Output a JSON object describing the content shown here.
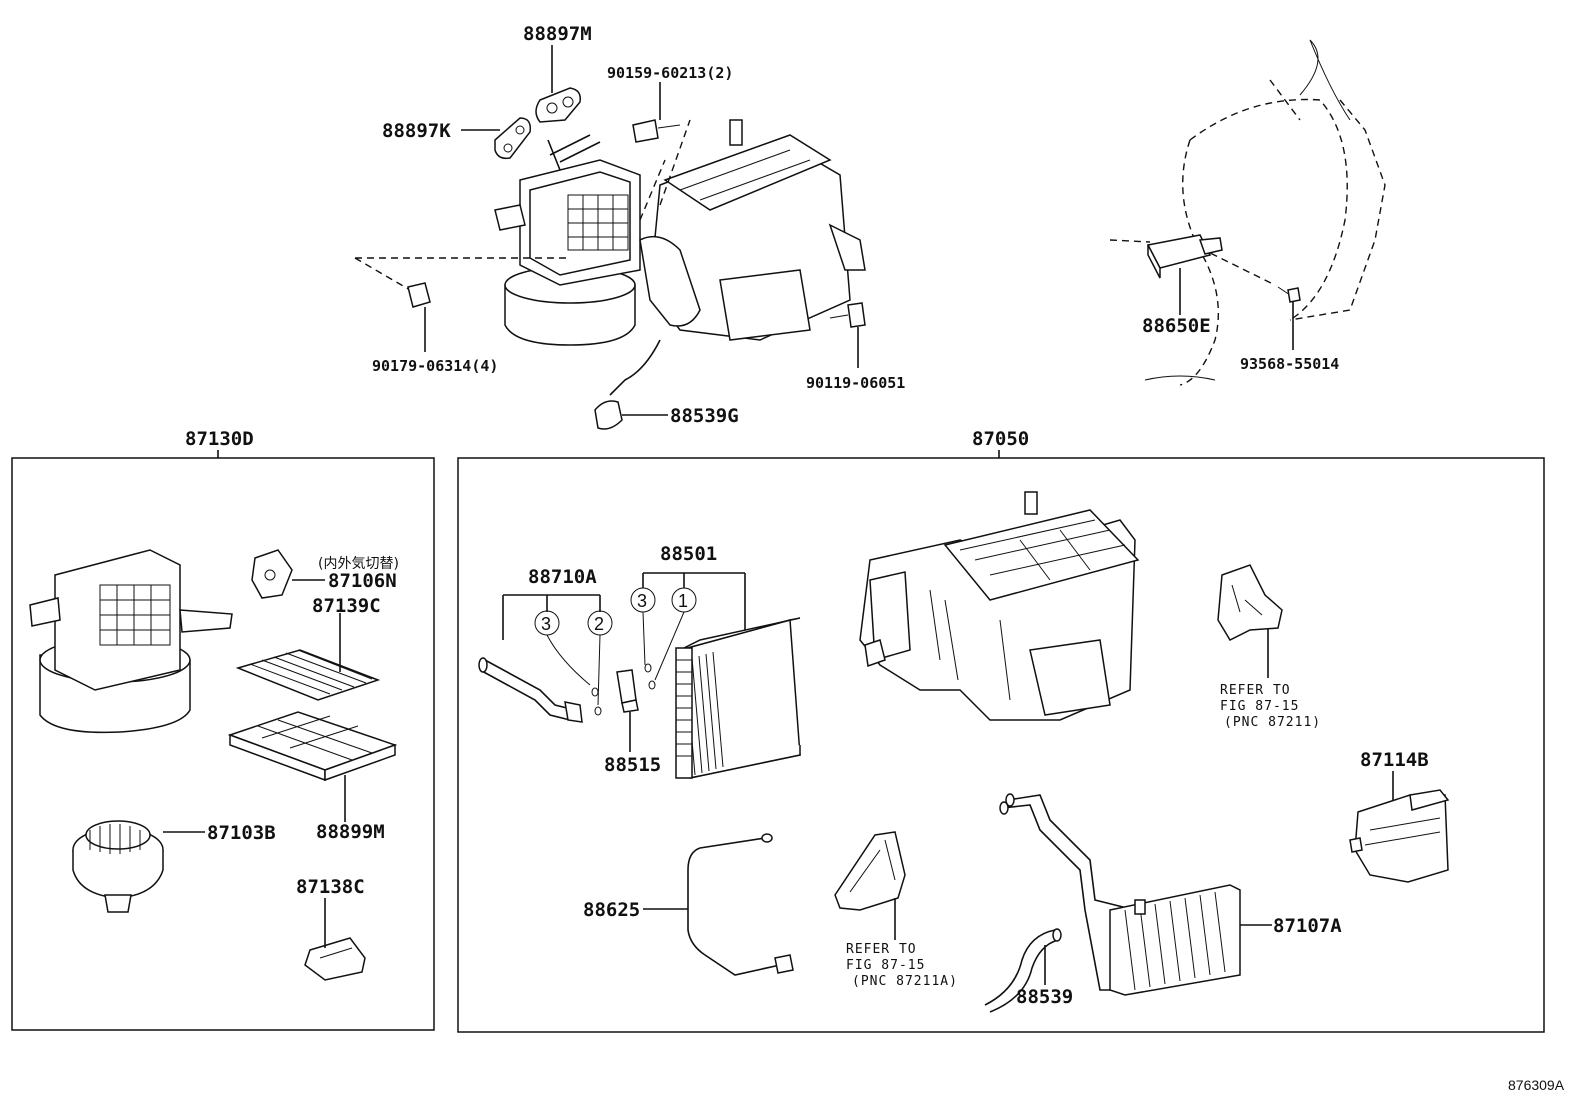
{
  "diagram_code": "876309A",
  "parts": {
    "p88897M": "88897M",
    "p88897K": "88897K",
    "p90159": "90159-60213(2)",
    "p90179": "90179-06314(4)",
    "p90119": "90119-06051",
    "p88539G": "88539G",
    "p88650E": "88650E",
    "p93568": "93568-55014",
    "p87130D": "87130D",
    "p87050": "87050",
    "p87106N": "87106N",
    "p87106N_note": "(内外気切替)",
    "p87139C": "87139C",
    "p88899M": "88899M",
    "p87103B": "87103B",
    "p87138C": "87138C",
    "p88710A": "88710A",
    "p88501": "88501",
    "p88515": "88515",
    "p88625": "88625",
    "p88539": "88539",
    "p87107A": "87107A",
    "p87114B": "87114B"
  },
  "callouts": {
    "c3": "3",
    "c2": "2",
    "c1": "1"
  },
  "notes": {
    "refer1": {
      "line1": "REFER TO",
      "line2": "FIG 87-15",
      "line3": "(PNC 87211)"
    },
    "refer2": {
      "line1": "REFER TO",
      "line2": "FIG 87-15",
      "line3": "(PNC 87211A)"
    }
  }
}
